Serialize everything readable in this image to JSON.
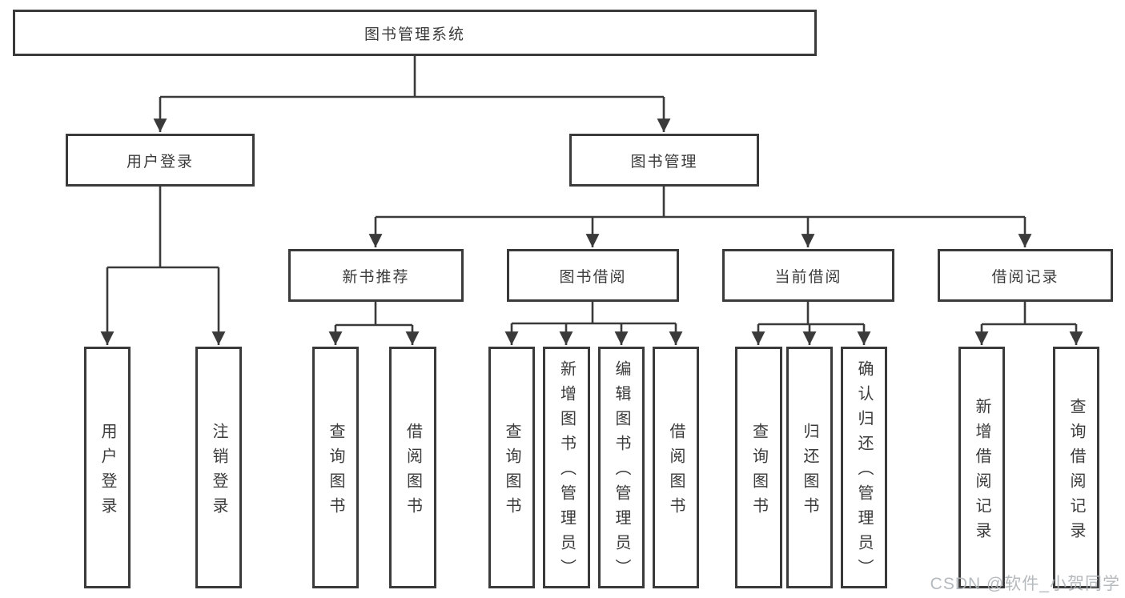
{
  "diagram": {
    "root": {
      "label": "图书管理系统"
    },
    "branches": [
      {
        "label": "用户登录",
        "children": [
          {
            "label": "用户登录"
          },
          {
            "label": "注销登录"
          }
        ]
      },
      {
        "label": "图书管理",
        "children": [
          {
            "label": "新书推荐",
            "children": [
              {
                "label": "查询图书"
              },
              {
                "label": "借阅图书"
              }
            ]
          },
          {
            "label": "图书借阅",
            "children": [
              {
                "label": "查询图书"
              },
              {
                "label": "新增图书（管理员）"
              },
              {
                "label": "编辑图书（管理员）"
              },
              {
                "label": "借阅图书"
              }
            ]
          },
          {
            "label": "当前借阅",
            "children": [
              {
                "label": "查询图书"
              },
              {
                "label": "归还图书"
              },
              {
                "label": "确认归还（管理员）"
              }
            ]
          },
          {
            "label": "借阅记录",
            "children": [
              {
                "label": "新增借阅记录"
              },
              {
                "label": "查询借阅记录"
              }
            ]
          }
        ]
      }
    ]
  },
  "watermark": {
    "text": "CSDN @软件_小贺同学"
  },
  "colors": {
    "line": "#3a3a3a",
    "box_border": "#3a3a3a",
    "text": "#3b3b3b",
    "watermark": "#aeb3b7",
    "background": "#ffffff"
  }
}
